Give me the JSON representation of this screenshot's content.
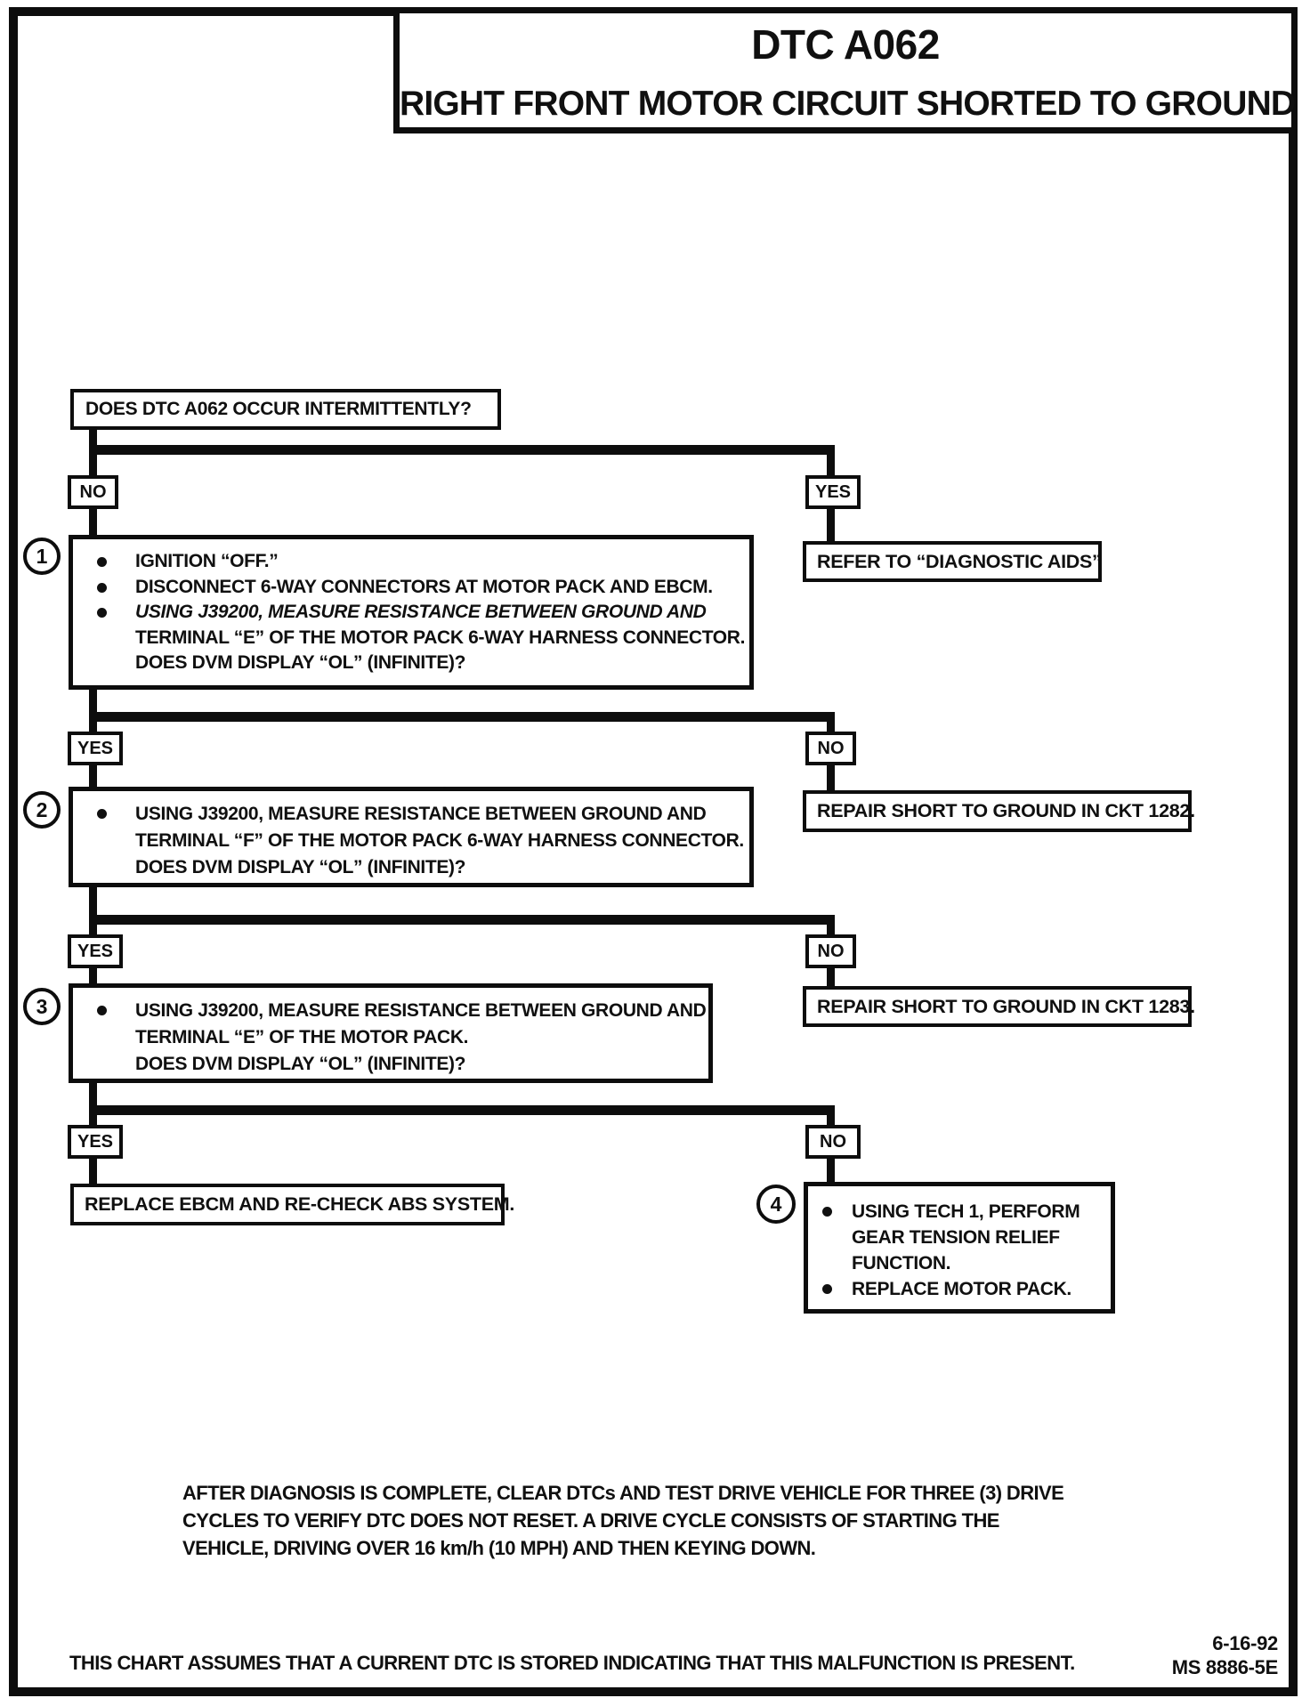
{
  "colors": {
    "ink": "#0d0d0d",
    "paper": "#ffffff"
  },
  "header": {
    "title": "DTC A062",
    "subtitle": "RIGHT FRONT MOTOR CIRCUIT SHORTED TO GROUND"
  },
  "flow": {
    "start_question": "DOES DTC A062 OCCUR INTERMITTENTLY?",
    "yes_label": "YES",
    "no_label": "NO",
    "refer_aids": "REFER TO “DIAGNOSTIC AIDS”",
    "step1": {
      "number": "1",
      "bullet1": "IGNITION “OFF.”",
      "bullet2": "DISCONNECT 6-WAY CONNECTORS AT MOTOR PACK AND EBCM.",
      "bullet3_line1": "USING J39200, MEASURE RESISTANCE BETWEEN GROUND AND",
      "bullet3_line2": "TERMINAL “E” OF THE MOTOR PACK 6-WAY HARNESS CONNECTOR.",
      "bullet3_line3": "DOES DVM DISPLAY “OL” (INFINITE)?"
    },
    "step2": {
      "number": "2",
      "bullet1_line1": "USING J39200, MEASURE RESISTANCE BETWEEN GROUND AND",
      "bullet1_line2": "TERMINAL “F” OF THE MOTOR PACK 6-WAY HARNESS CONNECTOR.",
      "bullet1_line3": "DOES DVM DISPLAY “OL” (INFINITE)?"
    },
    "repair_1282": "REPAIR SHORT TO GROUND IN CKT 1282.",
    "step3": {
      "number": "3",
      "bullet1_line1": "USING J39200, MEASURE RESISTANCE BETWEEN GROUND AND",
      "bullet1_line2": "TERMINAL “E” OF THE MOTOR PACK.",
      "bullet1_line3": "DOES DVM DISPLAY “OL” (INFINITE)?"
    },
    "repair_1283": "REPAIR SHORT TO GROUND IN CKT 1283.",
    "replace_ebcm": "REPLACE EBCM AND RE-CHECK ABS SYSTEM.",
    "step4": {
      "number": "4",
      "bullet1_line1": "USING TECH 1, PERFORM",
      "bullet1_line2": "GEAR TENSION RELIEF",
      "bullet1_line3": "FUNCTION.",
      "bullet2": "REPLACE MOTOR PACK."
    }
  },
  "notes": {
    "drive_cycle_line1": "AFTER DIAGNOSIS IS COMPLETE, CLEAR DTCs AND TEST DRIVE VEHICLE FOR THREE (3) DRIVE",
    "drive_cycle_line2": "CYCLES TO VERIFY DTC DOES NOT RESET.  A DRIVE CYCLE CONSISTS OF STARTING THE",
    "drive_cycle_line3": "VEHICLE, DRIVING OVER 16 km/h (10 MPH) AND THEN KEYING DOWN."
  },
  "footer": {
    "assumption": "THIS CHART ASSUMES THAT A CURRENT DTC IS STORED INDICATING THAT THIS MALFUNCTION IS PRESENT.",
    "date": "6-16-92",
    "doc_code": "MS 8886-5E"
  }
}
